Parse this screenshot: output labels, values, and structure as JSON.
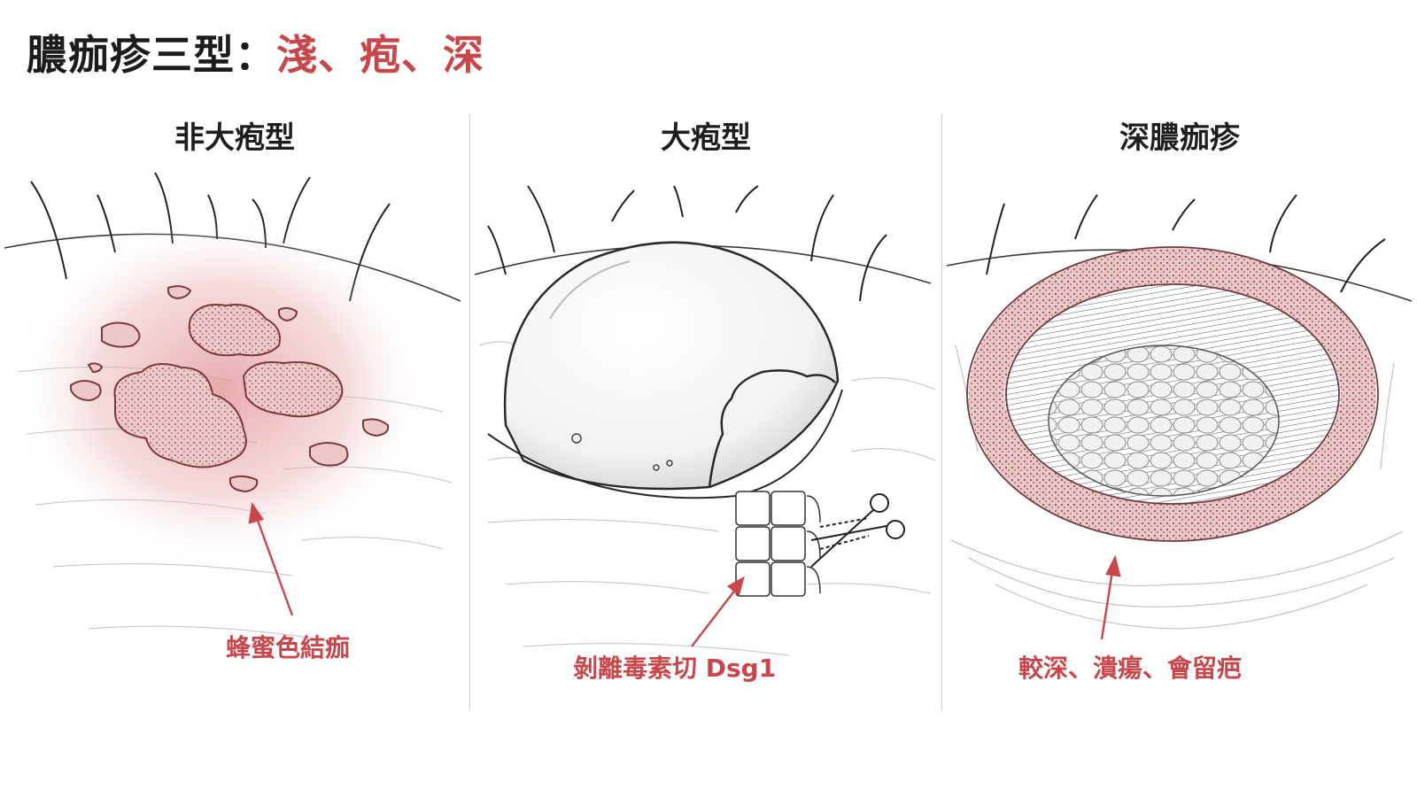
{
  "title": {
    "main": "膿痂疹三型：",
    "accent": "淺、疱、深"
  },
  "panels": [
    {
      "heading": "非大疱型",
      "callout": "蜂蜜色結痂"
    },
    {
      "heading": "大疱型",
      "callout": "剝離毒素切 Dsg1"
    },
    {
      "heading": "深膿痂疹",
      "callout": "較深、潰瘍、會留疤"
    }
  ],
  "colors": {
    "accent": "#c8474b",
    "ink": "#1c1c1c",
    "crust_fill": "#e9c6c8",
    "redness": "#e7a9ab"
  }
}
